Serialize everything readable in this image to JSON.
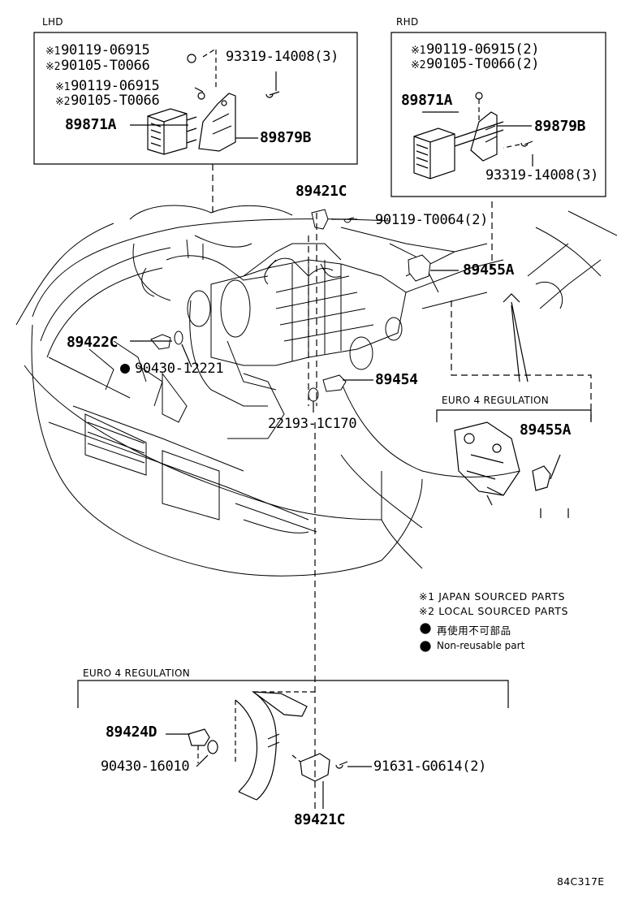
{
  "sections": {
    "lhd": "LHD",
    "rhd": "RHD",
    "euro4_top": "EURO 4 REGULATION",
    "euro4_bottom": "EURO 4 REGULATION"
  },
  "lhd_parts": {
    "m1a": "※1",
    "p1a": "90119-06915",
    "m2a": "※2",
    "p2a": "90105-T0066",
    "p3": "93319-14008(3)",
    "m1b": "※1",
    "p1b": "90119-06915",
    "m2b": "※2",
    "p2b": "90105-T0066",
    "ecu": "89871A",
    "bracket": "89879B"
  },
  "rhd_parts": {
    "m1": "※1",
    "p1": "90119-06915(2)",
    "m2": "※2",
    "p2": "90105-T0066(2)",
    "ecu": "89871A",
    "bracket": "89879B",
    "bolt": "93319-14008(3)"
  },
  "engine_parts": {
    "sensor_top": "89421C",
    "bolt_top": "90119-T0064(2)",
    "sensor_right": "89455A",
    "sensor_left": "89422C",
    "gasket": "90430-12221",
    "sensor_mid": "89454",
    "plug": "22193-1C170"
  },
  "euro4_top_parts": {
    "sensor": "89455A"
  },
  "euro4_bottom_parts": {
    "sensor_a": "89424D",
    "gasket": "90430-16010",
    "bolt": "91631-G0614(2)",
    "sensor_b": "89421C"
  },
  "legend": {
    "note1": "※1 JAPAN SOURCED PARTS",
    "note2": "※2 LOCAL SOURCED PARTS",
    "nonreuse_jp": "再使用不可部品",
    "nonreuse_en": "Non-reusable part"
  },
  "figure_code": "84C317E"
}
